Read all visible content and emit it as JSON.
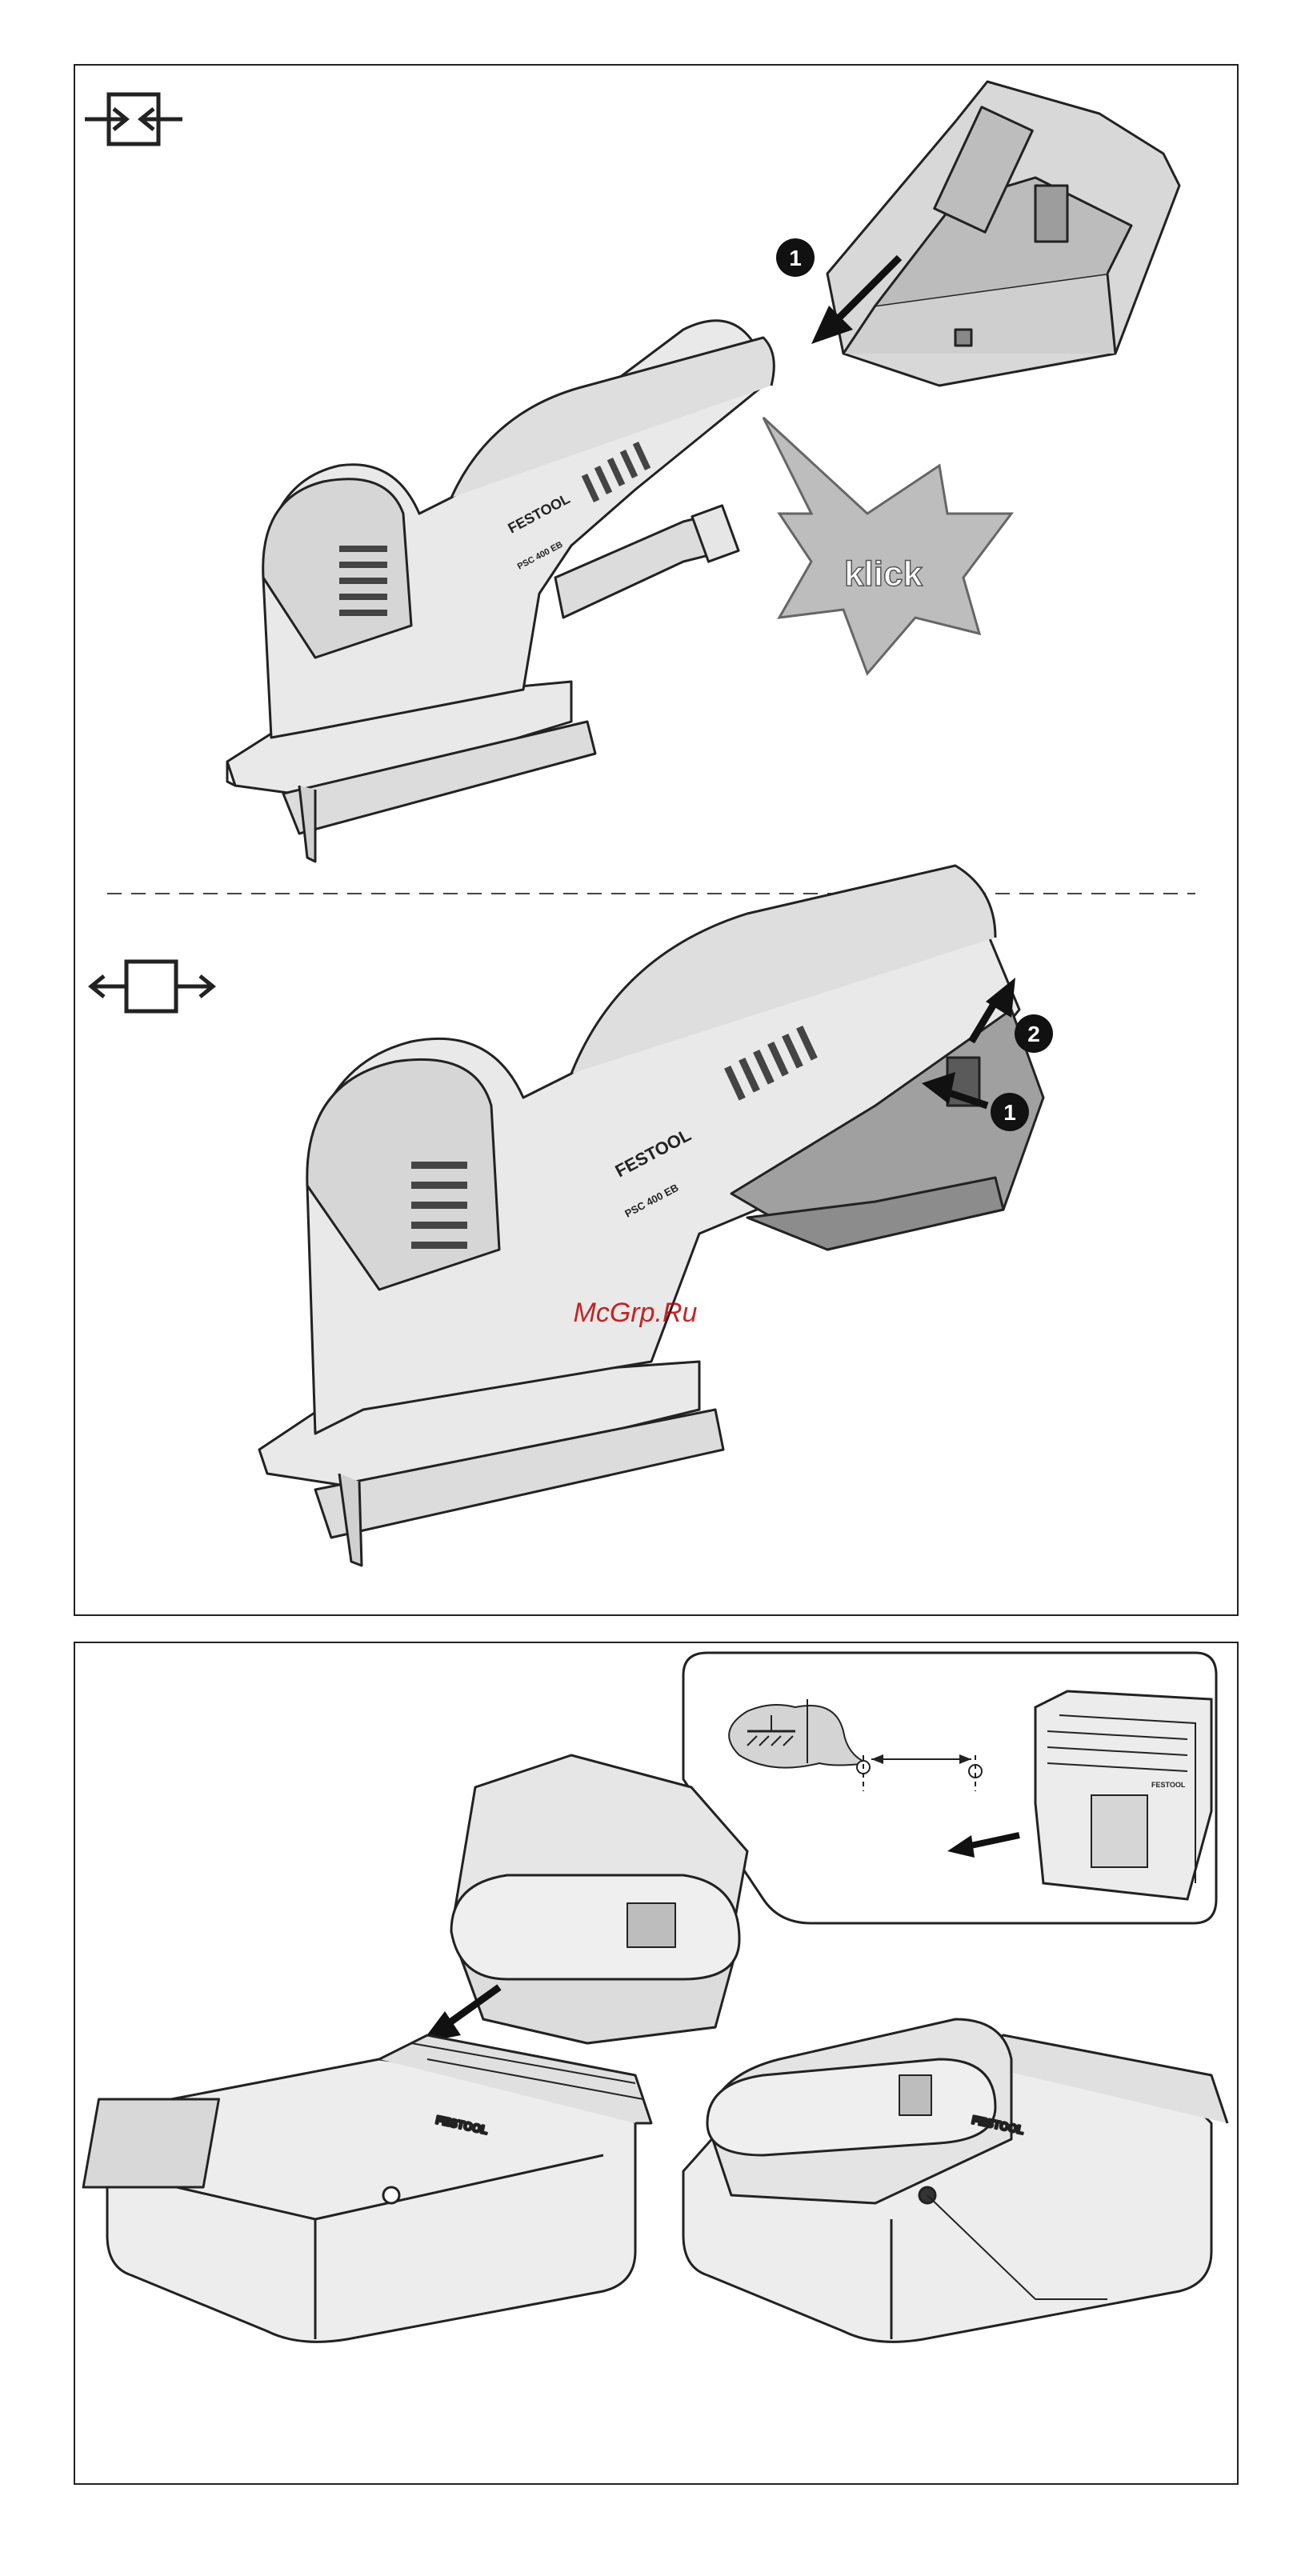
{
  "top_panel": {
    "insert_section": {
      "step1_number": "1",
      "klick_label": "klick",
      "brand_label": "FESTOOL",
      "model_label": "PSC 400 EB"
    },
    "remove_section": {
      "step1_number": "1",
      "step2_number": "2",
      "brand_label": "FESTOOL",
      "model_label": "PSC 400 EB"
    },
    "watermark": "McGrp.Ru"
  },
  "bottom_panel": {
    "charger_brand_left": "FESTOOL",
    "charger_brand_right": "FESTOOL",
    "inset_brand": "FESTOOL"
  },
  "colors": {
    "outline": "#222222",
    "tool_fill": "#e9e9e9",
    "tool_shade": "#cfcfcf",
    "dark_part": "#9a9a9a",
    "klick_fill": "#bdbdbd",
    "watermark": "#c00000",
    "inset_bubble": "#d4d4d4"
  },
  "icons": [
    "insert-arrows-icon",
    "remove-arrows-icon",
    "step-badge-icon",
    "direction-arrow-icon"
  ]
}
